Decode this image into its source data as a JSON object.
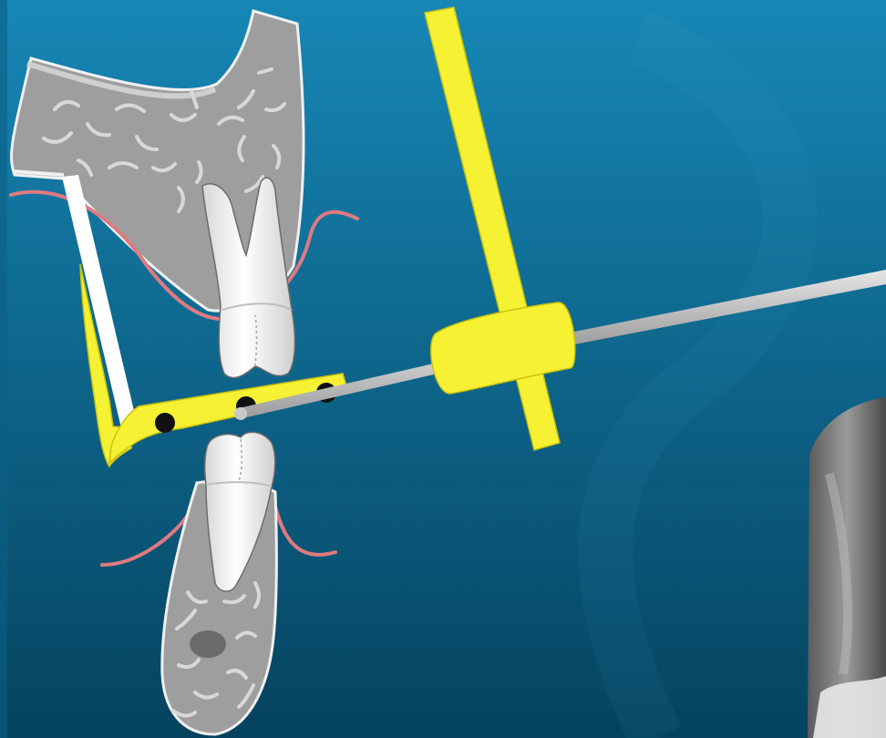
{
  "slide": {
    "background": {
      "top": "#1787b6",
      "bottom": "#05435f"
    },
    "colors": {
      "bone": "#9e9e9e",
      "bone_light": "#c4c4c4",
      "tooth": "#f2f2f2",
      "gum_line": "#e07a80",
      "positioner": "#f6f233",
      "rod": "#c9c9c9",
      "film_packet": "#ffffff",
      "radiograph": "#7a7a7a"
    },
    "parts": [
      "maxillary-bone",
      "maxillary-molar",
      "mandibular-bone",
      "mandibular-tooth",
      "bite-block",
      "film-holder",
      "indicator-arm",
      "aiming-ring",
      "x-ray-beam-rod",
      "radiograph-image"
    ]
  }
}
